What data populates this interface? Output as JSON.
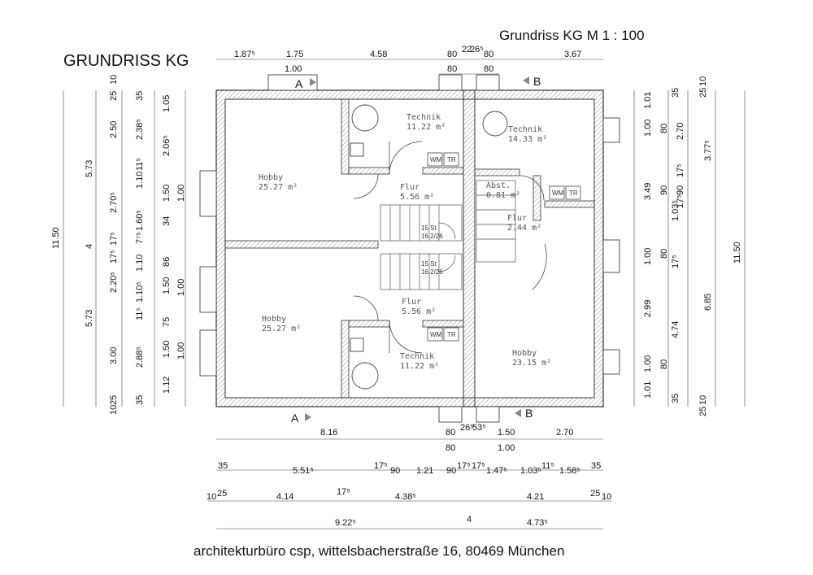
{
  "header": {
    "title_left": "GRUNDRISS KG",
    "title_right": "Grundriss KG  M 1 : 100"
  },
  "footer": {
    "credit": "architekturbüro csp, wittelsbacherstraße 16, 80469 München"
  },
  "section_markers": {
    "a_top": "A",
    "b_top": "B",
    "a_bottom": "A",
    "b_bottom": "B"
  },
  "rooms": [
    {
      "name": "Hobby",
      "area": "25.27 m²"
    },
    {
      "name": "Technik",
      "area": "11.22 m²"
    },
    {
      "name": "Flur",
      "area": "5.56 m²"
    },
    {
      "name": "Technik",
      "area": "14.33 m²"
    },
    {
      "name": "Abst.",
      "area": "0.81 m²"
    },
    {
      "name": "Flur",
      "area": "2.44 m²"
    },
    {
      "name": "Hobby",
      "area": "25.27 m²"
    },
    {
      "name": "Flur",
      "area": "5.56 m²"
    },
    {
      "name": "Technik",
      "area": "11.22 m²"
    },
    {
      "name": "Hobby",
      "area": "23.15 m²"
    }
  ],
  "stairs": [
    "15 St",
    "16.2/26",
    "15 St",
    "16.2/26"
  ],
  "equipment": {
    "wm": "WM",
    "tr": "TR"
  },
  "dims_top": {
    "row1": [
      "1.87⁵",
      "1.75",
      "4.58",
      "80",
      "22",
      "26⁵",
      "80",
      "3.67"
    ],
    "row2": [
      "1.00",
      "80",
      "80"
    ]
  },
  "dims_bottom": {
    "row1": [
      "8.16",
      "80",
      "26⁵",
      "53⁵",
      "1.50",
      "2.70"
    ],
    "row2": [
      "80",
      "1.00"
    ],
    "row3": [
      "35",
      "5.51⁵",
      "17⁵",
      "90",
      "1.21",
      "90",
      "17⁵",
      "17⁵",
      "1.47⁵",
      "1.03⁵",
      "11⁵",
      "1.58⁵",
      "35"
    ],
    "row4": [
      "10",
      "25",
      "4.14",
      "17⁵",
      "4.38⁵",
      "4.21",
      "25",
      "10"
    ],
    "row5": [
      "9.22⁵",
      "4",
      "4.73⁵"
    ]
  },
  "dims_left": {
    "col_total": [
      "11.50"
    ],
    "col_a": [
      "5.73",
      "4",
      "5.73"
    ],
    "col_b": [
      "25",
      "10",
      "2.50",
      "2.70⁵",
      "17⁵",
      "17⁵",
      "2.20⁵",
      "3.00",
      "25",
      "10"
    ],
    "col_c": [
      "35",
      "2.38⁵",
      "11⁵",
      "1.10",
      "1.60⁵",
      "7⁷⁵",
      "1.10",
      "1.10⁵",
      "11⁵",
      "2.88⁵",
      "35"
    ],
    "col_d": [
      "1.05",
      "2.06⁵",
      "1.50",
      "34",
      "86",
      "1.50",
      "75",
      "1.50",
      "1.12"
    ],
    "col_e": [
      "1.00",
      "1.00",
      "1.00"
    ]
  },
  "dims_right": {
    "col_a": [
      "1.01",
      "1.00",
      "3.49",
      "1.00",
      "2.99",
      "1.00",
      "1.01"
    ],
    "col_b": [
      "35",
      "80",
      "90",
      "1.03⁵",
      "80",
      "17⁵",
      "4.74",
      "80",
      "35"
    ],
    "col_c": [
      "2.70",
      "17⁵",
      "17⁵",
      "90"
    ],
    "col_d": [
      "25",
      "10",
      "3.77⁵",
      "6.85",
      "10",
      "25"
    ],
    "col_total": [
      "11.50"
    ]
  }
}
